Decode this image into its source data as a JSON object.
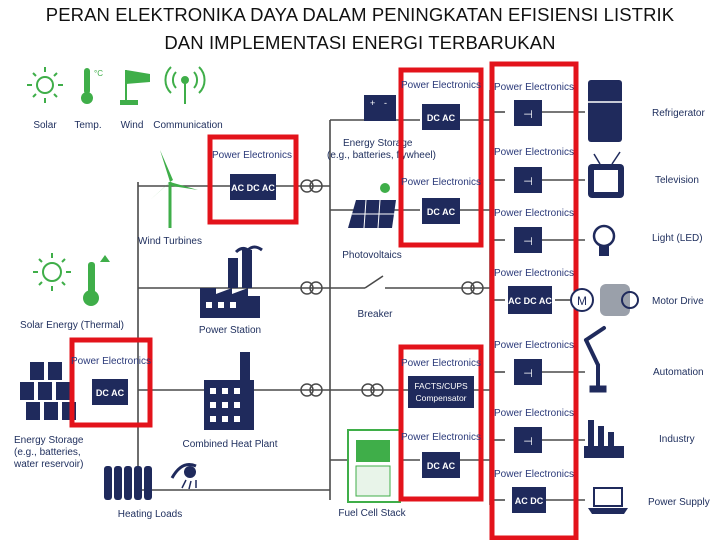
{
  "title": {
    "line1": "PERAN ELEKTRONIKA DAYA DALAM PENINGKATAN EFISIENSI LISTRIK",
    "line2": "DAN IMPLEMENTASI ENERGI TERBARUKAN"
  },
  "top_icons": [
    "Solar",
    "Temp.",
    "Wind",
    "Communication"
  ],
  "nodes": {
    "wind_turbines": "Wind Turbines",
    "solar_thermal": "Solar Energy (Thermal)",
    "power_station": "Power Station",
    "energy_storage_left": [
      "Energy Storage",
      "(e.g., batteries,",
      "water reservoir)"
    ],
    "combined_heat_plant": "Combined Heat Plant",
    "heating_loads": "Heating Loads",
    "energy_storage_top": [
      "Energy Storage",
      "(e.g., batteries, flywheel)"
    ],
    "photovoltaics": "Photovoltaics",
    "breaker": "Breaker",
    "fuel_cell_stack": "Fuel Cell Stack"
  },
  "power_electronics_label": "Power Electronics",
  "converters": {
    "acdcac": "AC DC AC",
    "dcac": "DC AC",
    "acdc": "AC DC",
    "facts": [
      "FACTS/CUPS",
      "Compensator"
    ],
    "switch_icon": "switch-icon"
  },
  "loads": [
    "Refrigerator",
    "Television",
    "Light (LED)",
    "Motor Drive",
    "Automation",
    "Industry",
    "Power Supply"
  ],
  "colors": {
    "highlight": "#e3131b",
    "converter_box": "#1f2a5c",
    "line": "#4a4a4a",
    "icon_green": "#3fae49",
    "icon_navy": "#1f2a5c"
  }
}
